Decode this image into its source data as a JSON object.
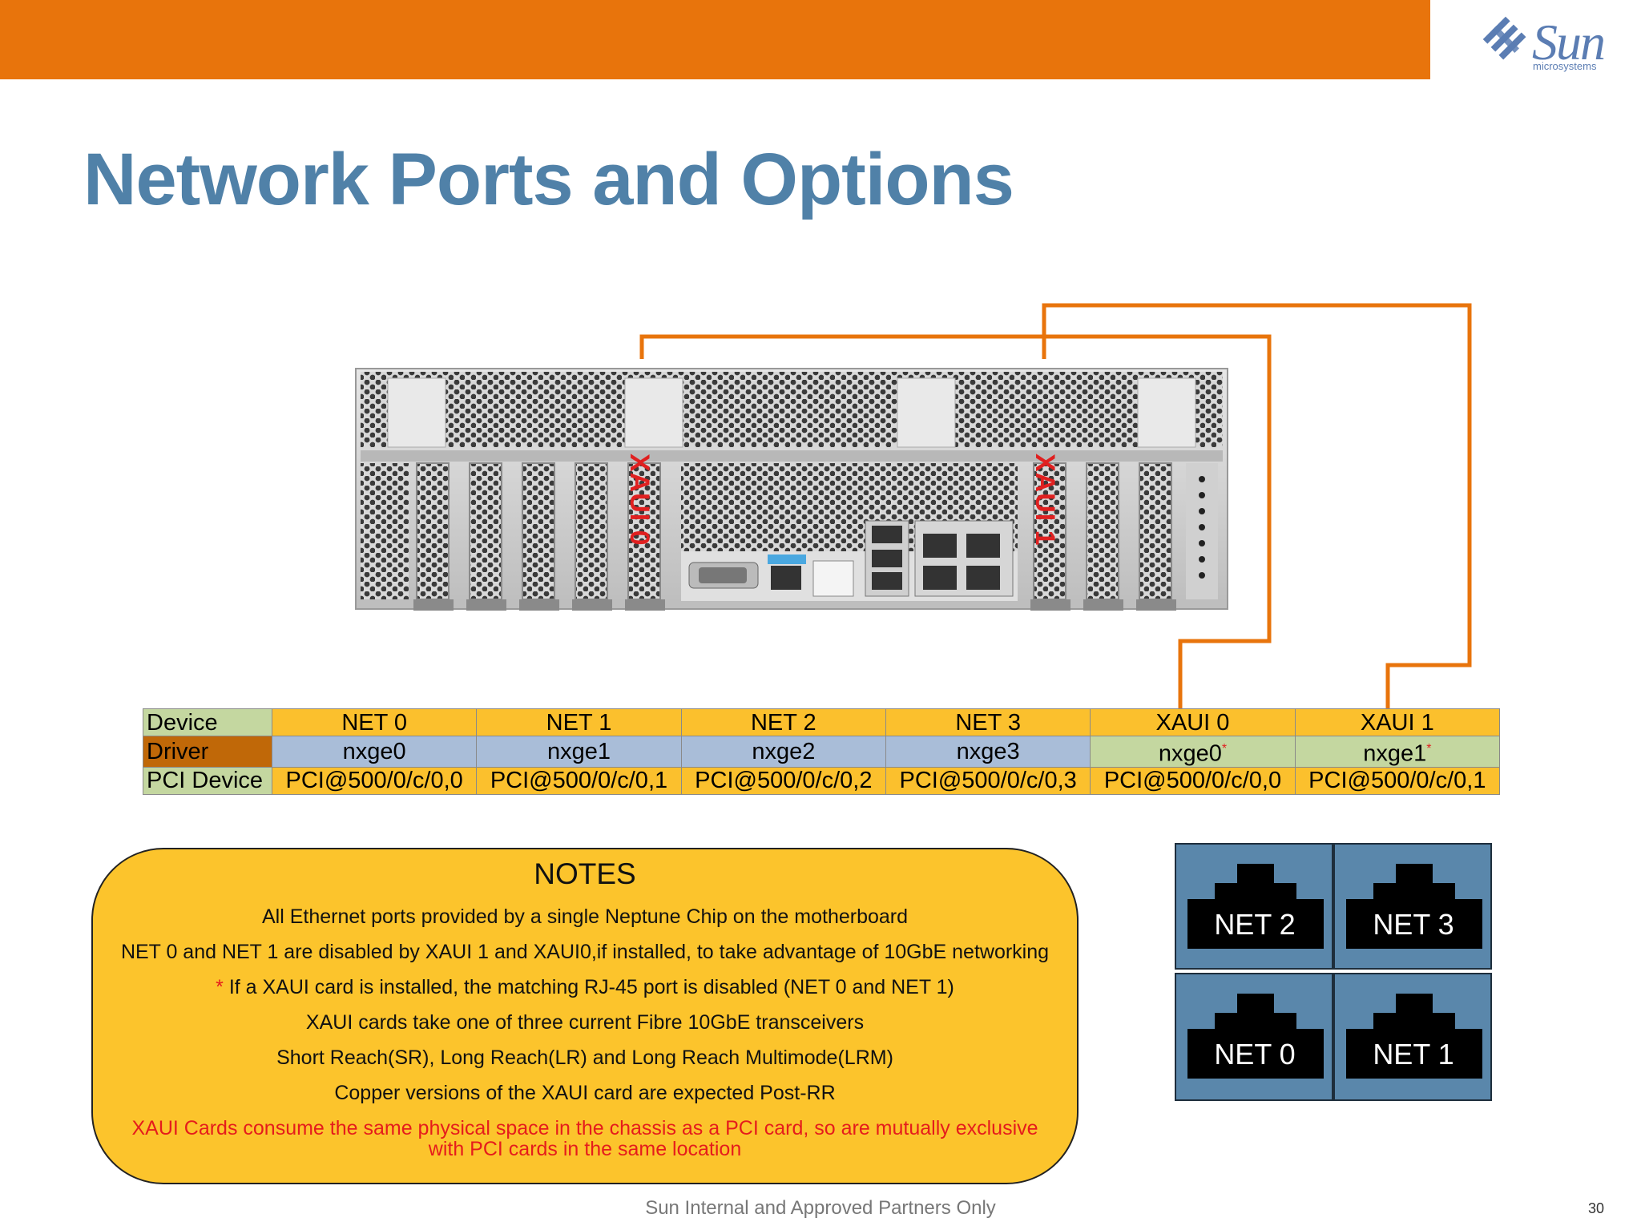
{
  "header": {
    "logo_text": "Sun",
    "logo_subtext": "microsystems",
    "accent_color": "#e8740c"
  },
  "title": "Network Ports and Options",
  "chassis": {
    "labels": [
      "XAUI 0",
      "XAUI 1"
    ]
  },
  "table": {
    "row_headers": [
      "Device",
      "Driver",
      "PCI Device"
    ],
    "columns": [
      {
        "device": "NET 0",
        "driver": "nxge0",
        "pci": "PCI@500/0/c/0,0"
      },
      {
        "device": "NET 1",
        "driver": "nxge1",
        "pci": "PCI@500/0/c/0,1"
      },
      {
        "device": "NET 2",
        "driver": "nxge2",
        "pci": "PCI@500/0/c/0,2"
      },
      {
        "device": "NET 3",
        "driver": "nxge3",
        "pci": "PCI@500/0/c/0,3"
      },
      {
        "device": "XAUI 0",
        "driver": "nxge0",
        "pci": "PCI@500/0/c/0,0"
      },
      {
        "device": "XAUI 1",
        "driver": "nxge1",
        "pci": "PCI@500/0/c/0,1"
      }
    ],
    "asterisk": "*"
  },
  "notes": {
    "title": "NOTES",
    "lines": [
      "All Ethernet ports provided by a single Neptune Chip on the motherboard",
      "NET 0 and NET 1 are disabled by XAUI 1 and XAUI0,if installed, to take advantage of 10GbE networking",
      "If a XAUI card is installed, the matching RJ-45 port is disabled (NET 0 and NET 1)",
      "XAUI cards take one of three current Fibre 10GbE transceivers",
      "Short Reach(SR), Long Reach(LR) and Long Reach Multimode(LRM)",
      "Copper versions of the XAUI card are expected Post-RR",
      "XAUI Cards consume the same physical space in the chassis as a PCI card, so are mutually exclusive",
      "with PCI cards in the same location"
    ],
    "asterisk": "*"
  },
  "ports_panel": [
    "NET 2",
    "NET 3",
    "NET 0",
    "NET 1"
  ],
  "footer": "Sun Internal and Approved Partners Only",
  "page_number": "30"
}
